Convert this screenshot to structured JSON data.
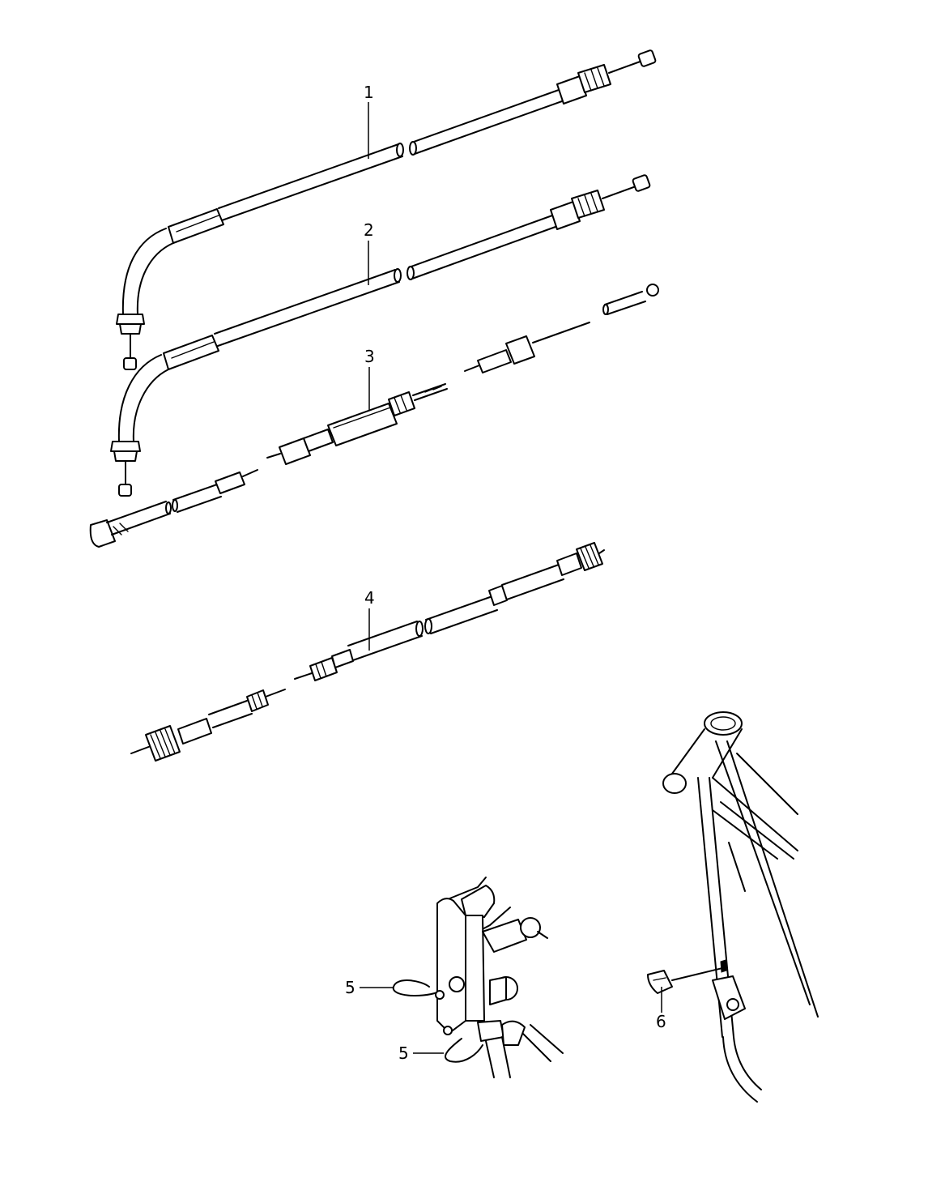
{
  "callouts": {
    "c1": "1",
    "c2": "2",
    "c3": "3",
    "c4": "4",
    "c5a": "5",
    "c5b": "5",
    "c6": "6"
  },
  "colors": {
    "ink": "#000000",
    "background": "#ffffff"
  }
}
